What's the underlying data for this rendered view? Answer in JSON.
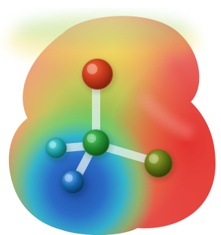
{
  "image": {
    "kind": "electrostatic-potential-map",
    "colors": {
      "background": "#ffffff",
      "negative_region": "#e23b35",
      "intermediate_region": "#e6d94a",
      "neutral_region": "#39b54a",
      "positive_region": "#1f4ea8",
      "cyan_region": "#23b6c8"
    },
    "atoms": [
      {
        "role": "central-atom",
        "color": "#1f8a2e"
      },
      {
        "role": "top-atom",
        "color": "#b83217"
      },
      {
        "role": "right-atom",
        "color": "#5c6f12"
      },
      {
        "role": "left-atom",
        "color": "#1a9aa2"
      },
      {
        "role": "bottom-atom",
        "color": "#1362a8"
      }
    ]
  }
}
